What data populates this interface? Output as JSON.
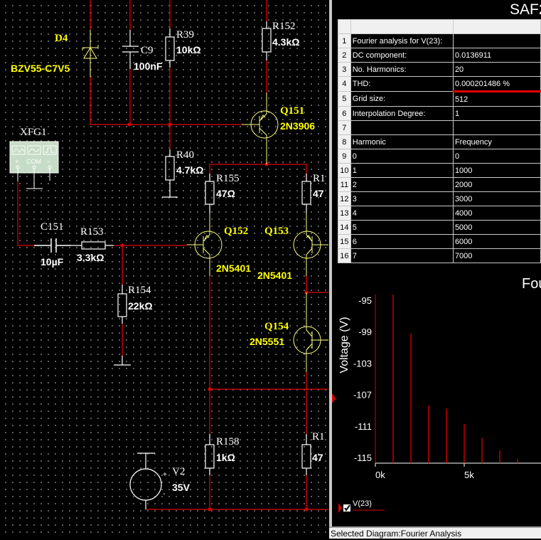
{
  "schematic": {
    "d4": {
      "ref": "D4",
      "value": "BZV55-C7V5"
    },
    "c9": {
      "ref": "C9",
      "value": "100nF"
    },
    "r39": {
      "ref": "R39",
      "value": "10kΩ"
    },
    "r152": {
      "ref": "R152",
      "value": "4.3kΩ"
    },
    "q151": {
      "ref": "Q151",
      "value": "2N3906"
    },
    "r40": {
      "ref": "R40",
      "value": "4.7kΩ"
    },
    "xfg1": {
      "ref": "XFG1",
      "com": "COM",
      "plus": "+",
      "minus": "−"
    },
    "r155": {
      "ref": "R155",
      "value": "47Ω"
    },
    "r156": {
      "ref": "R1",
      "value": "47"
    },
    "c151": {
      "ref": "C151",
      "value": "10µF"
    },
    "r153": {
      "ref": "R153",
      "value": "3.3kΩ"
    },
    "q152": {
      "ref": "Q152",
      "value": "2N5401"
    },
    "q153": {
      "ref": "Q153",
      "value": "2N5401"
    },
    "r154": {
      "ref": "R154",
      "value": "22kΩ"
    },
    "q154": {
      "ref": "Q154",
      "value": "2N5551"
    },
    "r158": {
      "ref": "R158",
      "value": "1kΩ"
    },
    "r159": {
      "ref": "R1",
      "value": "47"
    },
    "v2": {
      "ref": "V2",
      "value": "35V",
      "plus": "+",
      "minus": "-"
    },
    "wire_color": "#e00000",
    "component_color": "#ffff80"
  },
  "grapher": {
    "title": "SAF2",
    "table": {
      "rows": [
        [
          "1",
          "Fourier analysis for V(23):",
          ""
        ],
        [
          "2",
          "DC component:",
          "0.0136911"
        ],
        [
          "3",
          "No. Harmonics:",
          "20"
        ],
        [
          "4",
          "THD:",
          "0.000201486 %"
        ],
        [
          "5",
          "Grid size:",
          "512"
        ],
        [
          "6",
          "Interpolation Degree:",
          "1"
        ],
        [
          "7",
          "",
          ""
        ],
        [
          "8",
          "Harmonic",
          "Frequency"
        ],
        [
          "9",
          "0",
          "0"
        ],
        [
          "10",
          "1",
          "1000"
        ],
        [
          "11",
          "2",
          "2000"
        ],
        [
          "12",
          "3",
          "3000"
        ],
        [
          "13",
          "4",
          "4000"
        ],
        [
          "14",
          "5",
          "5000"
        ],
        [
          "15",
          "6",
          "6000"
        ],
        [
          "16",
          "7",
          "7000"
        ]
      ],
      "highlight_row": "4",
      "highlight_color": "#e00000"
    },
    "legend": {
      "label": "V(23)",
      "checked": true
    },
    "status": "Selected Diagram:Fourier Analysis"
  },
  "chart_data": {
    "type": "bar",
    "title": "Fou",
    "ylabel": "Voltage (V)",
    "xlabel": "",
    "x": [
      1000,
      2000,
      3000,
      4000,
      5000,
      6000,
      7000,
      8000
    ],
    "values": [
      -94.3,
      -99.3,
      -108.4,
      -108.8,
      -110.7,
      -112.5,
      -114.1,
      -115.2
    ],
    "ylim": [
      -115.7,
      -94.3
    ],
    "yticks": [
      -95,
      -99,
      -103,
      -107,
      -111,
      -115
    ],
    "xticks": [
      {
        "v": 0,
        "label": "0k"
      },
      {
        "v": 5000,
        "label": "5k"
      }
    ],
    "bar_color": "#e00000",
    "grid": false,
    "series": [
      {
        "name": "V(23)"
      }
    ]
  }
}
